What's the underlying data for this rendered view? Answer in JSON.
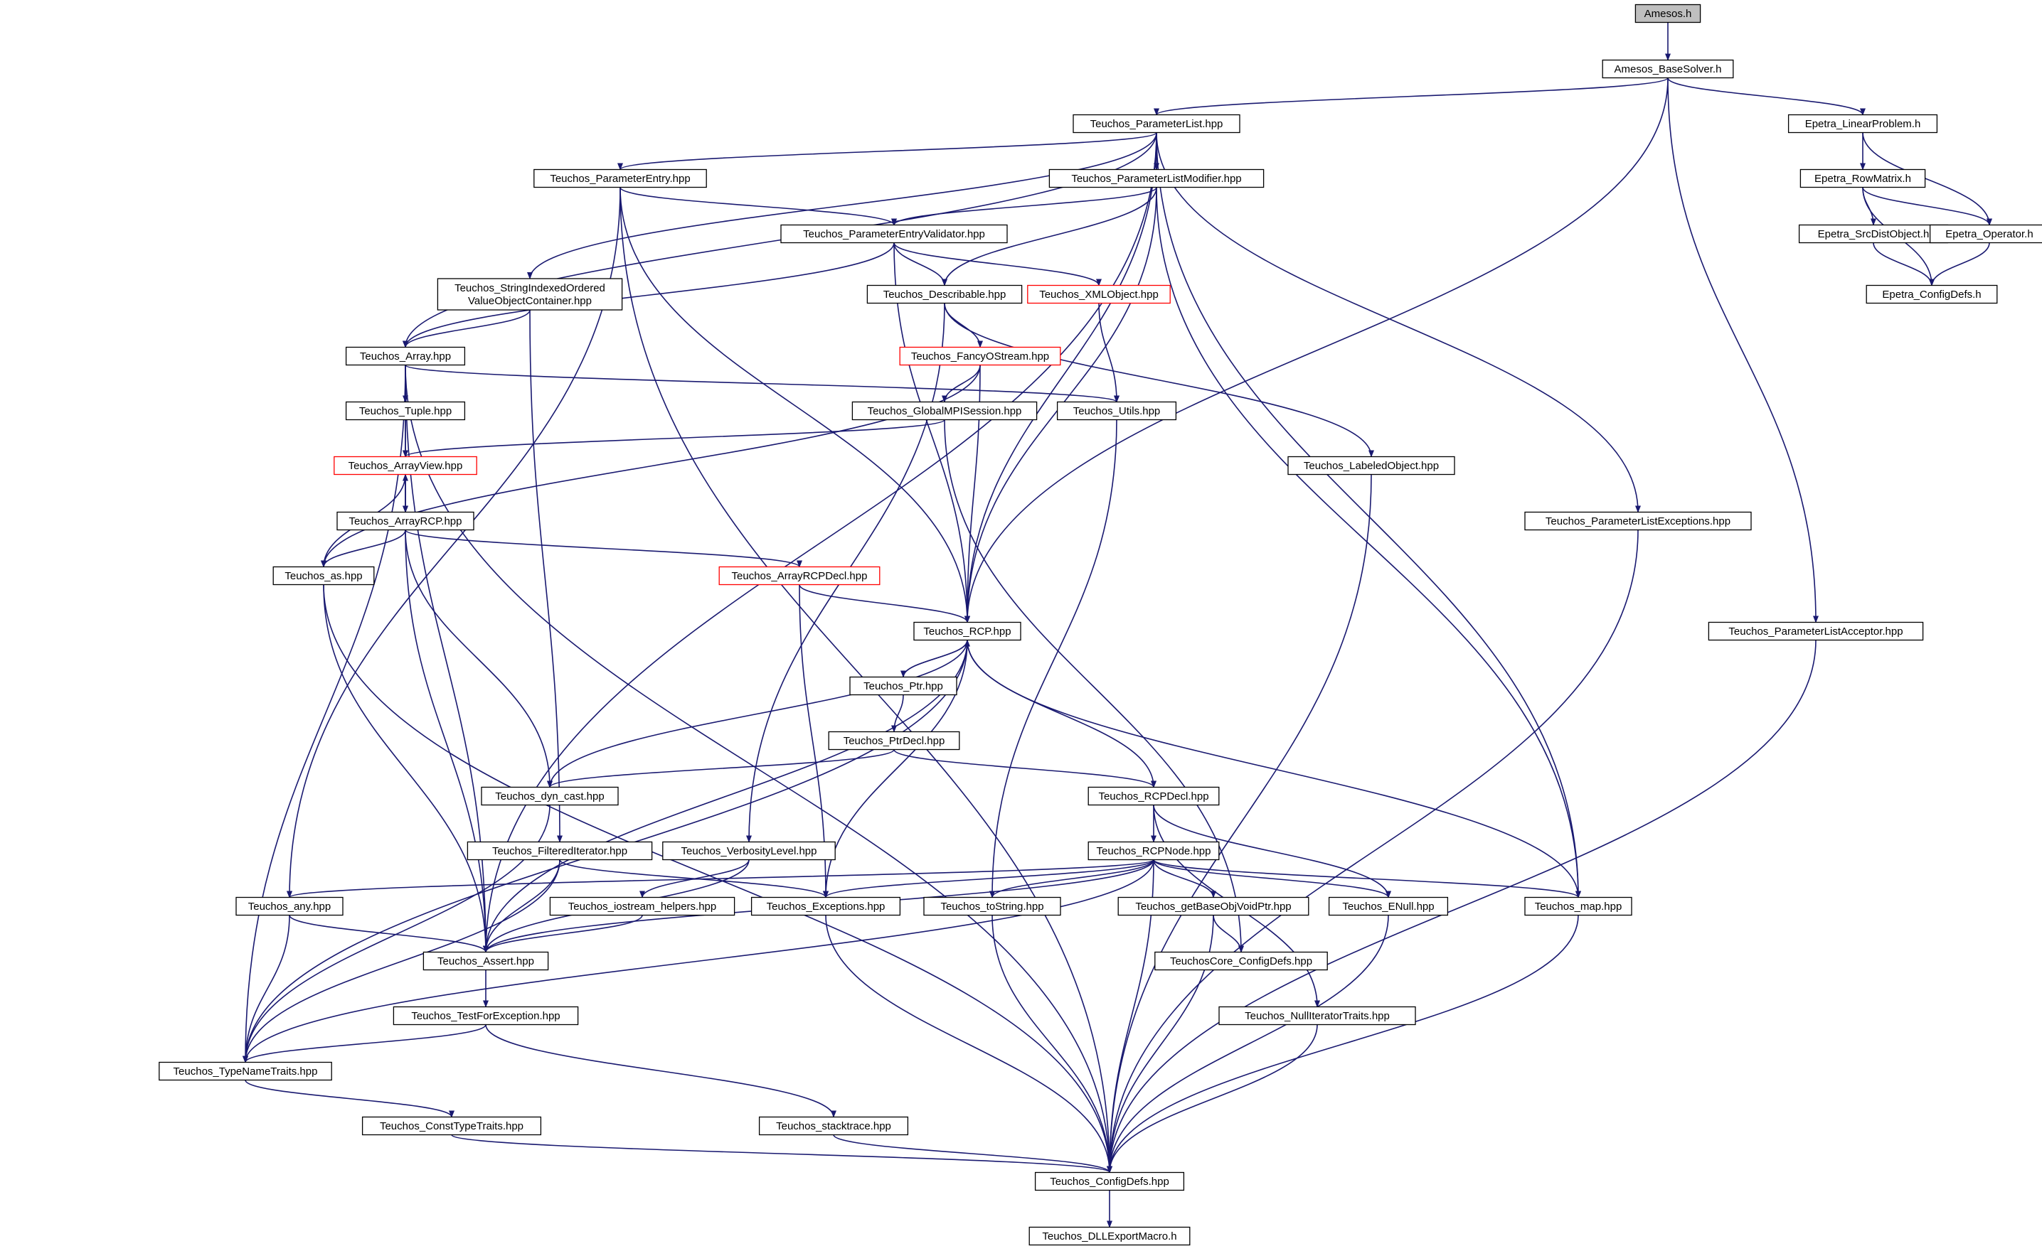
{
  "graph": {
    "colors": {
      "edge": "#191970",
      "node_border": "#000000",
      "incomplete_border": "#ff0000",
      "root_fill": "#bfbfbf",
      "node_fill": "#ffffff",
      "text": "#000000"
    },
    "nodes": [
      {
        "id": "amesos_h",
        "label": "Amesos.h",
        "root": true
      },
      {
        "id": "amesos_basesolver",
        "label": "Amesos_BaseSolver.h"
      },
      {
        "id": "parameterlist",
        "label": "Teuchos_ParameterList.hpp"
      },
      {
        "id": "epetra_linearproblem",
        "label": "Epetra_LinearProblem.h"
      },
      {
        "id": "parameterentry",
        "label": "Teuchos_ParameterEntry.hpp"
      },
      {
        "id": "parameterlistmodifier",
        "label": "Teuchos_ParameterListModifier.hpp"
      },
      {
        "id": "epetra_rowmatrix",
        "label": "Epetra_RowMatrix.h"
      },
      {
        "id": "parameterentryvalidator",
        "label": "Teuchos_ParameterEntryValidator.hpp"
      },
      {
        "id": "epetra_srcdistobject",
        "label": "Epetra_SrcDistObject.h"
      },
      {
        "id": "epetra_operator",
        "label": "Epetra_Operator.h"
      },
      {
        "id": "stringindexed",
        "label": "Teuchos_StringIndexedOrdered ValueObjectContainer.hpp"
      },
      {
        "id": "describable",
        "label": "Teuchos_Describable.hpp"
      },
      {
        "id": "xmlobject",
        "label": "Teuchos_XMLObject.hpp",
        "incomplete": true
      },
      {
        "id": "epetra_configdefs",
        "label": "Epetra_ConfigDefs.h"
      },
      {
        "id": "array",
        "label": "Teuchos_Array.hpp"
      },
      {
        "id": "fancyostream",
        "label": "Teuchos_FancyOStream.hpp",
        "incomplete": true
      },
      {
        "id": "tuple",
        "label": "Teuchos_Tuple.hpp"
      },
      {
        "id": "globalmpisession",
        "label": "Teuchos_GlobalMPISession.hpp"
      },
      {
        "id": "utils",
        "label": "Teuchos_Utils.hpp"
      },
      {
        "id": "arrayview",
        "label": "Teuchos_ArrayView.hpp",
        "incomplete": true
      },
      {
        "id": "labeledobject",
        "label": "Teuchos_LabeledObject.hpp"
      },
      {
        "id": "arrayrcp",
        "label": "Teuchos_ArrayRCP.hpp"
      },
      {
        "id": "parameterlistexceptions",
        "label": "Teuchos_ParameterListExceptions.hpp"
      },
      {
        "id": "as",
        "label": "Teuchos_as.hpp"
      },
      {
        "id": "arrayrcpdecl",
        "label": "Teuchos_ArrayRCPDecl.hpp",
        "incomplete": true
      },
      {
        "id": "rcp",
        "label": "Teuchos_RCP.hpp"
      },
      {
        "id": "parameterlistacceptor",
        "label": "Teuchos_ParameterListAcceptor.hpp"
      },
      {
        "id": "ptr",
        "label": "Teuchos_Ptr.hpp"
      },
      {
        "id": "ptrdecl",
        "label": "Teuchos_PtrDecl.hpp"
      },
      {
        "id": "dyn_cast",
        "label": "Teuchos_dyn_cast.hpp"
      },
      {
        "id": "rcpdecl",
        "label": "Teuchos_RCPDecl.hpp"
      },
      {
        "id": "filterediterator",
        "label": "Teuchos_FilteredIterator.hpp"
      },
      {
        "id": "verbositylevel",
        "label": "Teuchos_VerbosityLevel.hpp"
      },
      {
        "id": "rcpnode",
        "label": "Teuchos_RCPNode.hpp"
      },
      {
        "id": "any",
        "label": "Teuchos_any.hpp"
      },
      {
        "id": "iostream_helpers",
        "label": "Teuchos_iostream_helpers.hpp"
      },
      {
        "id": "exceptions",
        "label": "Teuchos_Exceptions.hpp"
      },
      {
        "id": "tostring",
        "label": "Teuchos_toString.hpp"
      },
      {
        "id": "getbaseobjvoidptr",
        "label": "Teuchos_getBaseObjVoidPtr.hpp"
      },
      {
        "id": "enull",
        "label": "Teuchos_ENull.hpp"
      },
      {
        "id": "map",
        "label": "Teuchos_map.hpp"
      },
      {
        "id": "assert",
        "label": "Teuchos_Assert.hpp"
      },
      {
        "id": "teuchoscore_configdefs",
        "label": "TeuchosCore_ConfigDefs.hpp"
      },
      {
        "id": "testforexception",
        "label": "Teuchos_TestForException.hpp"
      },
      {
        "id": "nulliteratortraits",
        "label": "Teuchos_NullIteratorTraits.hpp"
      },
      {
        "id": "typenametraits",
        "label": "Teuchos_TypeNameTraits.hpp"
      },
      {
        "id": "consttypetraits",
        "label": "Teuchos_ConstTypeTraits.hpp"
      },
      {
        "id": "stacktrace",
        "label": "Teuchos_stacktrace.hpp"
      },
      {
        "id": "configdefs",
        "label": "Teuchos_ConfigDefs.hpp"
      },
      {
        "id": "dllexportmacro",
        "label": "Teuchos_DLLExportMacro.h"
      }
    ],
    "edges": [
      [
        "amesos_h",
        "amesos_basesolver"
      ],
      [
        "amesos_basesolver",
        "parameterlist"
      ],
      [
        "amesos_basesolver",
        "rcp"
      ],
      [
        "amesos_basesolver",
        "epetra_linearproblem"
      ],
      [
        "amesos_basesolver",
        "parameterlistacceptor"
      ],
      [
        "parameterlist",
        "parameterentry"
      ],
      [
        "parameterlist",
        "parameterlistmodifier"
      ],
      [
        "parameterlist",
        "stringindexed"
      ],
      [
        "parameterlist",
        "array"
      ],
      [
        "parameterlist",
        "assert"
      ],
      [
        "parameterlist",
        "rcp"
      ],
      [
        "parameterlist",
        "parameterlistexceptions"
      ],
      [
        "parameterlist",
        "map"
      ],
      [
        "epetra_linearproblem",
        "epetra_rowmatrix"
      ],
      [
        "epetra_linearproblem",
        "epetra_operator"
      ],
      [
        "epetra_rowmatrix",
        "epetra_srcdistobject"
      ],
      [
        "epetra_rowmatrix",
        "epetra_operator"
      ],
      [
        "epetra_rowmatrix",
        "epetra_configdefs"
      ],
      [
        "epetra_srcdistobject",
        "epetra_configdefs"
      ],
      [
        "epetra_operator",
        "epetra_configdefs"
      ],
      [
        "parameterentry",
        "parameterentryvalidator"
      ],
      [
        "parameterentry",
        "rcp"
      ],
      [
        "parameterentry",
        "any"
      ],
      [
        "parameterentry",
        "configdefs"
      ],
      [
        "parameterlistmodifier",
        "parameterentryvalidator"
      ],
      [
        "parameterlistmodifier",
        "describable"
      ],
      [
        "parameterlistmodifier",
        "rcp"
      ],
      [
        "parameterlistmodifier",
        "map"
      ],
      [
        "parameterentryvalidator",
        "describable"
      ],
      [
        "parameterentryvalidator",
        "xmlobject"
      ],
      [
        "parameterentryvalidator",
        "array"
      ],
      [
        "parameterentryvalidator",
        "rcp"
      ],
      [
        "stringindexed",
        "array"
      ],
      [
        "stringindexed",
        "filterediterator"
      ],
      [
        "describable",
        "fancyostream"
      ],
      [
        "describable",
        "labeledobject"
      ],
      [
        "describable",
        "verbositylevel"
      ],
      [
        "xmlobject",
        "utils"
      ],
      [
        "fancyostream",
        "globalmpisession"
      ],
      [
        "fancyostream",
        "as"
      ],
      [
        "fancyostream",
        "rcp"
      ],
      [
        "array",
        "tuple"
      ],
      [
        "array",
        "arrayrcp"
      ],
      [
        "array",
        "utils"
      ],
      [
        "array",
        "assert"
      ],
      [
        "array",
        "typenametraits"
      ],
      [
        "array",
        "configdefs"
      ],
      [
        "tuple",
        "arrayview"
      ],
      [
        "globalmpisession",
        "arrayview"
      ],
      [
        "globalmpisession",
        "teuchoscore_configdefs"
      ],
      [
        "utils",
        "tostring"
      ],
      [
        "arrayview",
        "arrayrcp"
      ],
      [
        "arrayview",
        "as"
      ],
      [
        "arrayrcp",
        "arrayview"
      ],
      [
        "arrayrcp",
        "as"
      ],
      [
        "arrayrcp",
        "arrayrcpdecl"
      ],
      [
        "arrayrcp",
        "dyn_cast"
      ],
      [
        "arrayrcp",
        "assert"
      ],
      [
        "labeledobject",
        "configdefs"
      ],
      [
        "parameterlistexceptions",
        "configdefs"
      ],
      [
        "as",
        "assert"
      ],
      [
        "as",
        "configdefs"
      ],
      [
        "arrayrcpdecl",
        "rcp"
      ],
      [
        "arrayrcpdecl",
        "exceptions"
      ],
      [
        "rcp",
        "ptr"
      ],
      [
        "rcp",
        "dyn_cast"
      ],
      [
        "rcp",
        "rcpdecl"
      ],
      [
        "rcp",
        "exceptions"
      ],
      [
        "rcp",
        "assert"
      ],
      [
        "rcp",
        "typenametraits"
      ],
      [
        "rcp",
        "map"
      ],
      [
        "ptr",
        "rcp"
      ],
      [
        "ptr",
        "ptrdecl"
      ],
      [
        "parameterlistacceptor",
        "configdefs"
      ],
      [
        "ptrdecl",
        "dyn_cast"
      ],
      [
        "ptrdecl",
        "rcpdecl"
      ],
      [
        "dyn_cast",
        "typenametraits"
      ],
      [
        "rcpdecl",
        "rcpnode"
      ],
      [
        "rcpdecl",
        "enull"
      ],
      [
        "rcpdecl",
        "nulliteratortraits"
      ],
      [
        "filterediterator",
        "assert"
      ],
      [
        "filterediterator",
        "exceptions"
      ],
      [
        "filterediterator",
        "typenametraits"
      ],
      [
        "verbositylevel",
        "iostream_helpers"
      ],
      [
        "verbositylevel",
        "assert"
      ],
      [
        "rcpnode",
        "any"
      ],
      [
        "rcpnode",
        "exceptions"
      ],
      [
        "rcpnode",
        "tostring"
      ],
      [
        "rcpnode",
        "getbaseobjvoidptr"
      ],
      [
        "rcpnode",
        "enull"
      ],
      [
        "rcpnode",
        "map"
      ],
      [
        "rcpnode",
        "assert"
      ],
      [
        "rcpnode",
        "typenametraits"
      ],
      [
        "rcpnode",
        "configdefs"
      ],
      [
        "any",
        "assert"
      ],
      [
        "any",
        "typenametraits"
      ],
      [
        "iostream_helpers",
        "assert"
      ],
      [
        "exceptions",
        "configdefs"
      ],
      [
        "tostring",
        "configdefs"
      ],
      [
        "getbaseobjvoidptr",
        "teuchoscore_configdefs"
      ],
      [
        "getbaseobjvoidptr",
        "configdefs"
      ],
      [
        "enull",
        "configdefs"
      ],
      [
        "map",
        "configdefs"
      ],
      [
        "assert",
        "testforexception"
      ],
      [
        "testforexception",
        "typenametraits"
      ],
      [
        "testforexception",
        "stacktrace"
      ],
      [
        "nulliteratortraits",
        "configdefs"
      ],
      [
        "typenametraits",
        "consttypetraits"
      ],
      [
        "consttypetraits",
        "configdefs"
      ],
      [
        "stacktrace",
        "configdefs"
      ],
      [
        "configdefs",
        "dllexportmacro"
      ]
    ]
  }
}
